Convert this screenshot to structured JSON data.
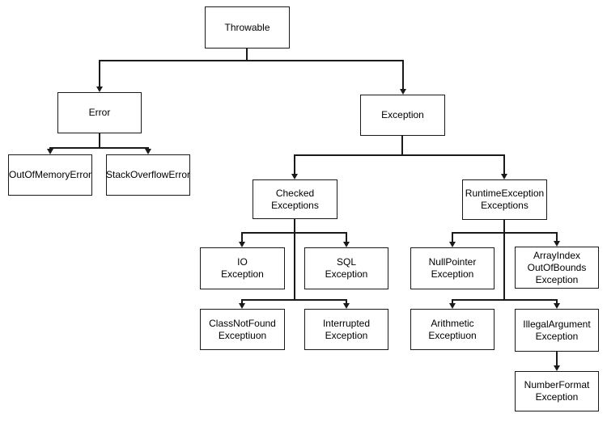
{
  "diagram": {
    "type": "flowchart",
    "colors": {
      "line": "#1a1a1a",
      "box_border": "#1a1a1a",
      "box_background": "#ffffff",
      "text": "#000000",
      "page_background": "#ffffff"
    },
    "nodes": {
      "throwable": {
        "label": "Throwable"
      },
      "error": {
        "label": "Error"
      },
      "exception": {
        "label": "Exception"
      },
      "out_of_memory": {
        "label": "OutOfMemoryError"
      },
      "stack_overflow": {
        "label": "StackOverflowError"
      },
      "checked": {
        "label": "Checked Exceptions"
      },
      "runtime": {
        "label": "RuntimeException\nExceptions"
      },
      "io": {
        "label": "IO\nException"
      },
      "sql": {
        "label": "SQL\nException"
      },
      "null_pointer": {
        "label": "NullPointer\nException"
      },
      "array_index": {
        "label": "ArrayIndex\nOutOfBounds\nException"
      },
      "class_not_found": {
        "label": "ClassNotFound\nExceptiuon"
      },
      "interrupted": {
        "label": "Interrupted\nException"
      },
      "arithmetic": {
        "label": "Arithmetic\nExceptiuon"
      },
      "illegal_argument": {
        "label": "IllegalArgument\nException"
      },
      "number_format": {
        "label": "NumberFormat\nException"
      }
    },
    "edges": [
      {
        "from": "Throwable",
        "to": "Error"
      },
      {
        "from": "Throwable",
        "to": "Exception"
      },
      {
        "from": "Error",
        "to": "OutOfMemoryError"
      },
      {
        "from": "Error",
        "to": "StackOverflowError"
      },
      {
        "from": "Exception",
        "to": "Checked Exceptions"
      },
      {
        "from": "Exception",
        "to": "RuntimeException Exceptions"
      },
      {
        "from": "Checked Exceptions",
        "to": "IO Exception"
      },
      {
        "from": "Checked Exceptions",
        "to": "SQL Exception"
      },
      {
        "from": "Checked Exceptions",
        "to": "ClassNotFound Exceptiuon"
      },
      {
        "from": "Checked Exceptions",
        "to": "Interrupted Exception"
      },
      {
        "from": "RuntimeException Exceptions",
        "to": "NullPointer Exception"
      },
      {
        "from": "RuntimeException Exceptions",
        "to": "ArrayIndex OutOfBounds Exception"
      },
      {
        "from": "RuntimeException Exceptions",
        "to": "Arithmetic Exceptiuon"
      },
      {
        "from": "RuntimeException Exceptions",
        "to": "IllegalArgument Exception"
      },
      {
        "from": "IllegalArgument Exception",
        "to": "NumberFormat Exception"
      }
    ]
  }
}
